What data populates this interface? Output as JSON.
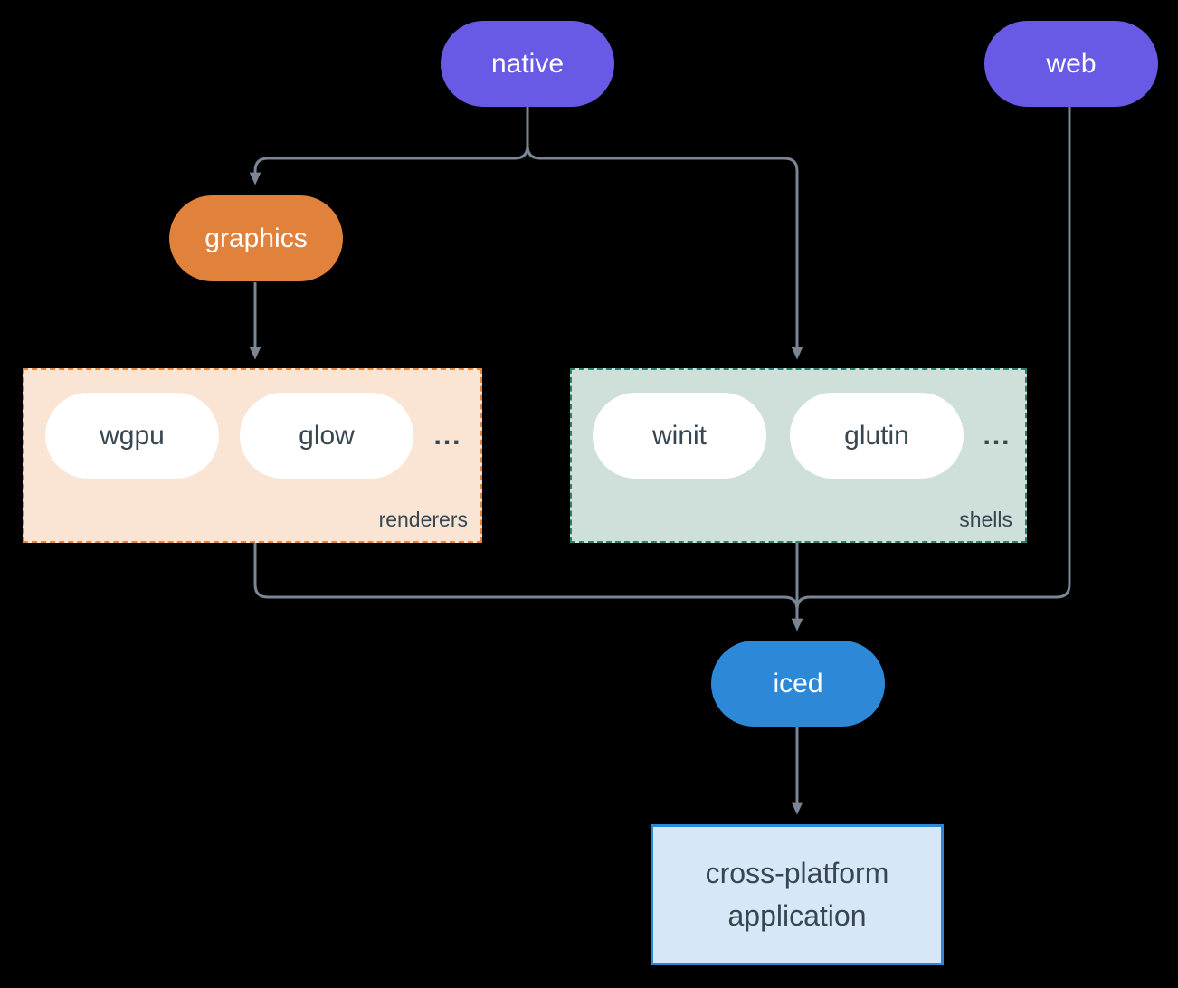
{
  "diagram": {
    "nodes": {
      "native": "native",
      "web": "web",
      "graphics": "graphics",
      "iced": "iced",
      "app": "cross-platform application"
    },
    "groups": {
      "renderers": {
        "label": "renderers",
        "items": [
          "wgpu",
          "glow"
        ],
        "more": "..."
      },
      "shells": {
        "label": "shells",
        "items": [
          "winit",
          "glutin"
        ],
        "more": "..."
      }
    },
    "colors": {
      "background": "#000000",
      "purple": "#695AE6",
      "orange": "#E0823C",
      "blue": "#2D89D8",
      "renderers_fill": "#FAE5D4",
      "renderers_border": "#E8853D",
      "shells_fill": "#CFE0DA",
      "shells_border": "#2F7D6E",
      "app_fill": "#D7E7F7",
      "app_border": "#2D89D8",
      "line": "#7A8694",
      "text_dark": "#374650",
      "pill_text_light": "#FFFFFF",
      "white_pill": "#FFFFFF"
    }
  }
}
